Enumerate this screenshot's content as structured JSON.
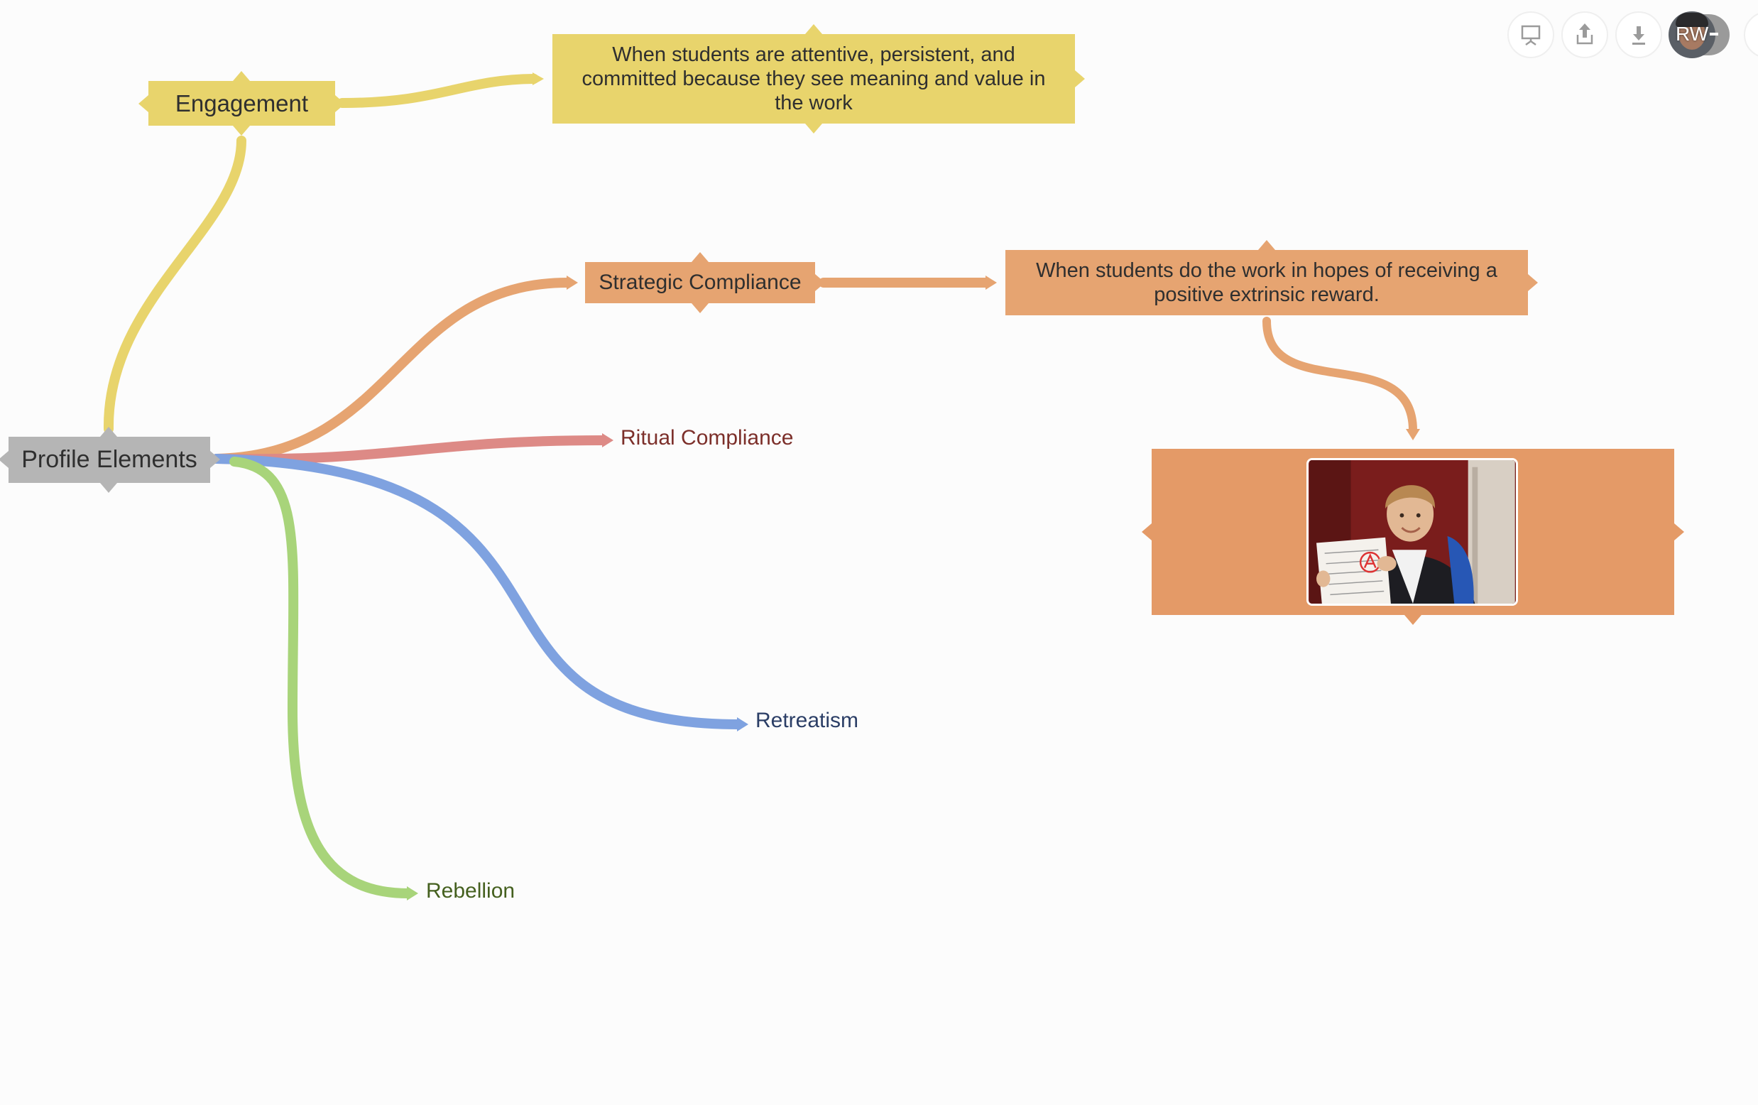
{
  "mindmap": {
    "root": {
      "label": "Profile Elements",
      "color": "#b5b5b5"
    },
    "branches": [
      {
        "id": "engagement",
        "label": "Engagement",
        "color": "#e8d46c",
        "description": "When students are attentive, persistent, and committed because they see meaning and value in the work"
      },
      {
        "id": "strategic-compliance",
        "label": "Strategic Compliance",
        "color": "#e6a471",
        "description": "When students do the work in hopes of receiving a positive extrinsic reward.",
        "attachment": {
          "type": "image",
          "color": "#e49a67",
          "subject": "student-holding-graded-paper"
        }
      },
      {
        "id": "ritual-compliance",
        "label": "Ritual Compliance",
        "color": "#dd8a86"
      },
      {
        "id": "retreatism",
        "label": "Retreatism",
        "color": "#7fa2e0"
      },
      {
        "id": "rebellion",
        "label": "Rebellion",
        "color": "#a8d47a"
      }
    ]
  },
  "toolbar": {
    "buttons": [
      {
        "id": "present",
        "icon": "presentation-icon"
      },
      {
        "id": "share",
        "icon": "upload-icon"
      },
      {
        "id": "download",
        "icon": "download-icon"
      }
    ],
    "user": {
      "initials": "RW"
    }
  }
}
